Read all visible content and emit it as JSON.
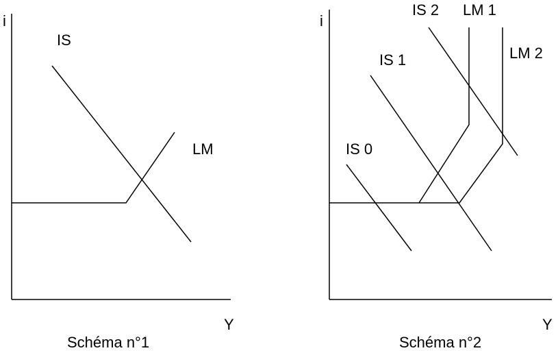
{
  "diagram1": {
    "caption": "Schéma n°1",
    "y_axis_label": "i",
    "x_axis_label": "Y",
    "curve_labels": {
      "is": "IS",
      "lm": "LM"
    }
  },
  "diagram2": {
    "caption": "Schéma n°2",
    "y_axis_label": "i",
    "x_axis_label": "Y",
    "curve_labels": {
      "is0": "IS 0",
      "is1": "IS 1",
      "is2": "IS 2",
      "lm1": "LM 1",
      "lm2": "LM 2"
    }
  }
}
